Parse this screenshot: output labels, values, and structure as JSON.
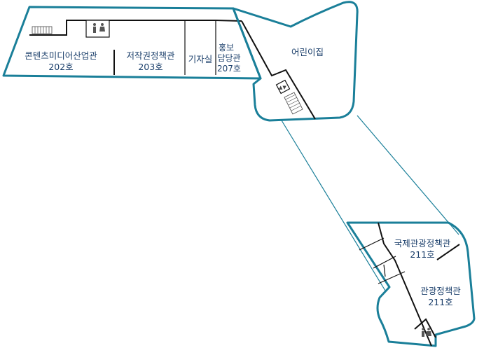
{
  "rooms": {
    "content_media": {
      "name": "콘텐츠미디어산업관",
      "number": "202호"
    },
    "copyright": {
      "name": "저작권정책관",
      "number": "203호"
    },
    "press_room": {
      "name": "기자실"
    },
    "pr_office": {
      "name_line1": "홍보",
      "name_line2": "담당관",
      "number": "207호"
    },
    "daycare": {
      "name": "어린이집"
    },
    "intl_tourism": {
      "name": "국제관광정책관",
      "number": "211호"
    },
    "tourism_policy": {
      "name": "관광정책관",
      "number": "211호"
    }
  },
  "colors": {
    "outline": "#1a7f99",
    "wall": "#111111",
    "label": "#1b3f6b"
  },
  "icons": [
    "restroom-icon",
    "stairs-icon",
    "elevator-icon"
  ]
}
